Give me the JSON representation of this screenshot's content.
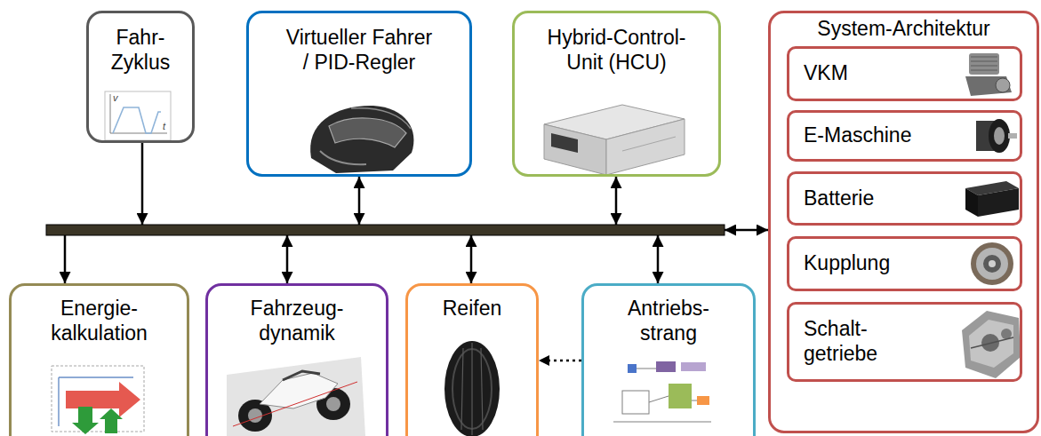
{
  "diagram": {
    "nodes": [
      {
        "text": [
          "Fahr- Zyklus"
        ]
      },
      {
        "text": [
          "Virtueller Fahrer / PID-Regler"
        ]
      },
      {
        "text": [
          "Hybrid-Control- Unit (HCU)"
        ]
      },
      {
        "text": [
          "System-Architektur"
        ]
      },
      {
        "text": [
          "VKM"
        ],
        "in": 3
      },
      {
        "text": [
          "E-Maschine"
        ],
        "in": 3
      },
      {
        "text": [
          "Batterie"
        ],
        "in": 3
      },
      {
        "text": [
          "Kupplung"
        ],
        "in": 3
      },
      {
        "text": [
          "Schalt- getriebe"
        ],
        "in": 3
      },
      {
        "text": [
          "Energie- kalkulation"
        ]
      },
      {
        "text": [
          "Fahrzeug- dynamik"
        ]
      },
      {
        "text": [
          "Reifen"
        ]
      },
      {
        "text": [
          "Antriebs- strang"
        ]
      }
    ],
    "edges": [
      {
        "from": 12,
        "to": 11,
        "arrow": "to"
      }
    ],
    "labels": [
      "v",
      "t"
    ]
  }
}
